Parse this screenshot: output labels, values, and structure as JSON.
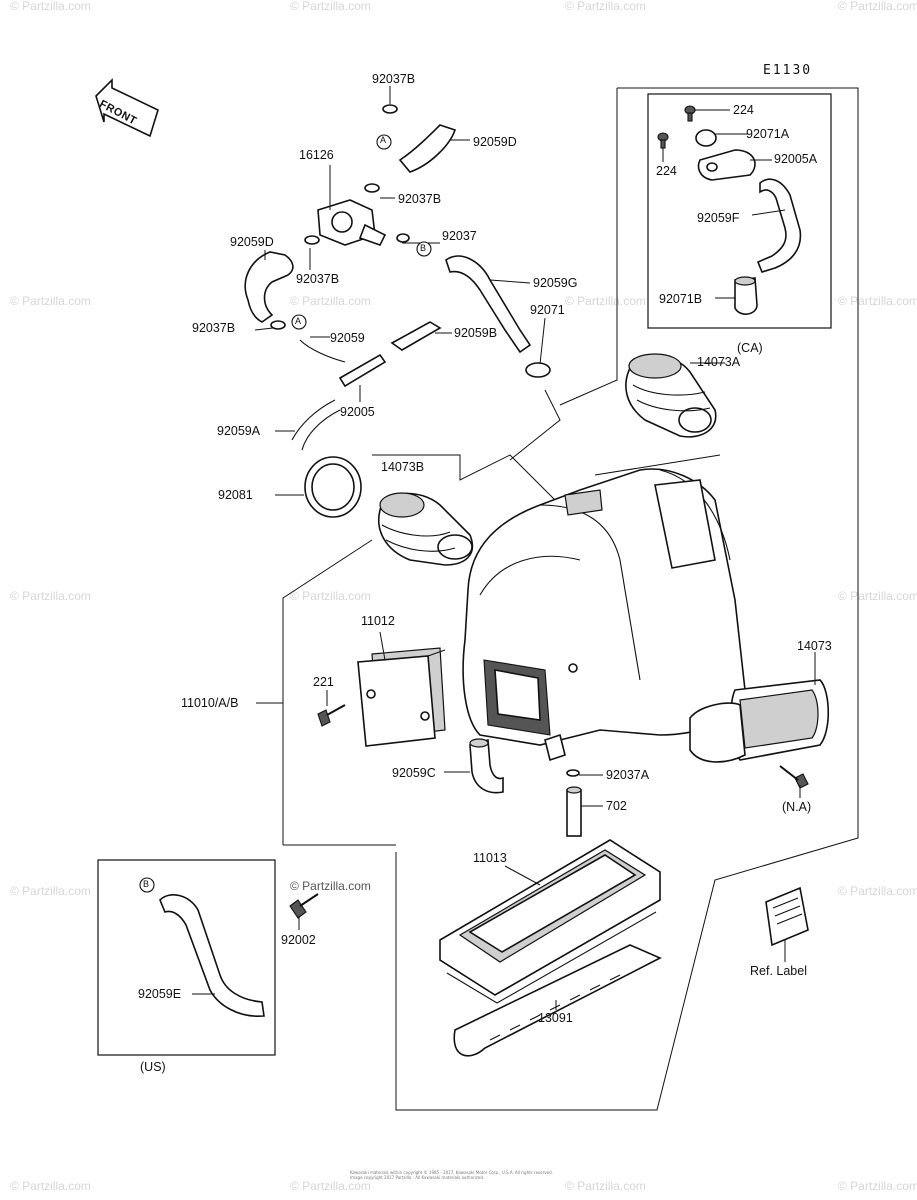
{
  "diagram_code": "E1130",
  "front_label": "FRONT",
  "watermark": "© Partzilla.com",
  "labels": {
    "p92037B_top": "92037B",
    "p16126": "16126",
    "pA1": "A",
    "p92059D_top": "92059D",
    "p92037B_2": "92037B",
    "p92037": "92037",
    "pB1": "B",
    "p92059G": "92059G",
    "p92059D_left": "92059D",
    "p92037B_3": "92037B",
    "p92037B_4": "92037B",
    "pA2": "A",
    "p92059": "92059",
    "p92059B": "92059B",
    "p92071": "92071",
    "p92005": "92005",
    "p92059A": "92059A",
    "p92081": "92081",
    "p14073B": "14073B",
    "p14073A": "14073A",
    "p224_a": "224",
    "p92071A": "92071A",
    "p224_b": "224",
    "p92005A": "92005A",
    "p92059F": "92059F",
    "p92071B": "92071B",
    "pCA": "(CA)",
    "p11012": "11012",
    "p221": "221",
    "p11010AB": "11010/A/B",
    "p14073": "14073",
    "p92059C": "92059C",
    "p92037A": "92037A",
    "p702": "702",
    "pNA": "(N.A)",
    "p11013": "11013",
    "p92002": "92002",
    "pRefLabel": "Ref. Label",
    "p13091": "13091",
    "pB2": "B",
    "p92059E": "92059E",
    "pUS": "(US)"
  },
  "copyright_lines": [
    "Kawasaki materials within copyright © 1985 - 2017, Kawasaki Motor Corp., U.S.A. All rights reserved.",
    "Image copyright 2017 Partzilla - All Kawasaki materials authorized."
  ]
}
